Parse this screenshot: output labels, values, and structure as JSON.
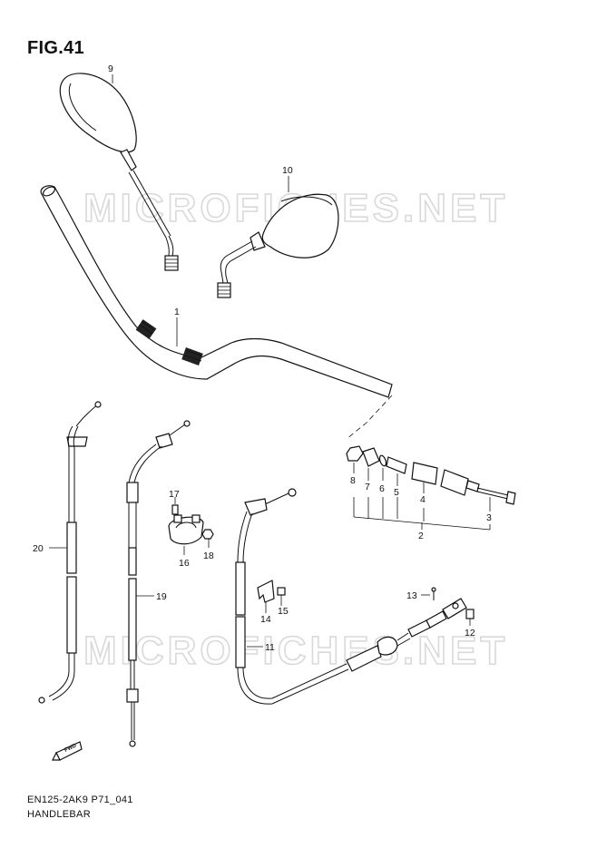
{
  "figure_title": "FIG.41",
  "model_code": "EN125-2AK9 P71_041",
  "page_title": "HANDLEBAR",
  "watermark": "MICROFICHES.NET",
  "fwd_label": "FWD",
  "callouts": {
    "c1": "1",
    "c2": "2",
    "c3": "3",
    "c4": "4",
    "c5": "5",
    "c6": "6",
    "c7": "7",
    "c8": "8",
    "c9": "9",
    "c10": "10",
    "c11": "11",
    "c12": "12",
    "c13": "13",
    "c14": "14",
    "c15": "15",
    "c16": "16",
    "c17": "17",
    "c18": "18",
    "c19": "19",
    "c20": "20"
  }
}
